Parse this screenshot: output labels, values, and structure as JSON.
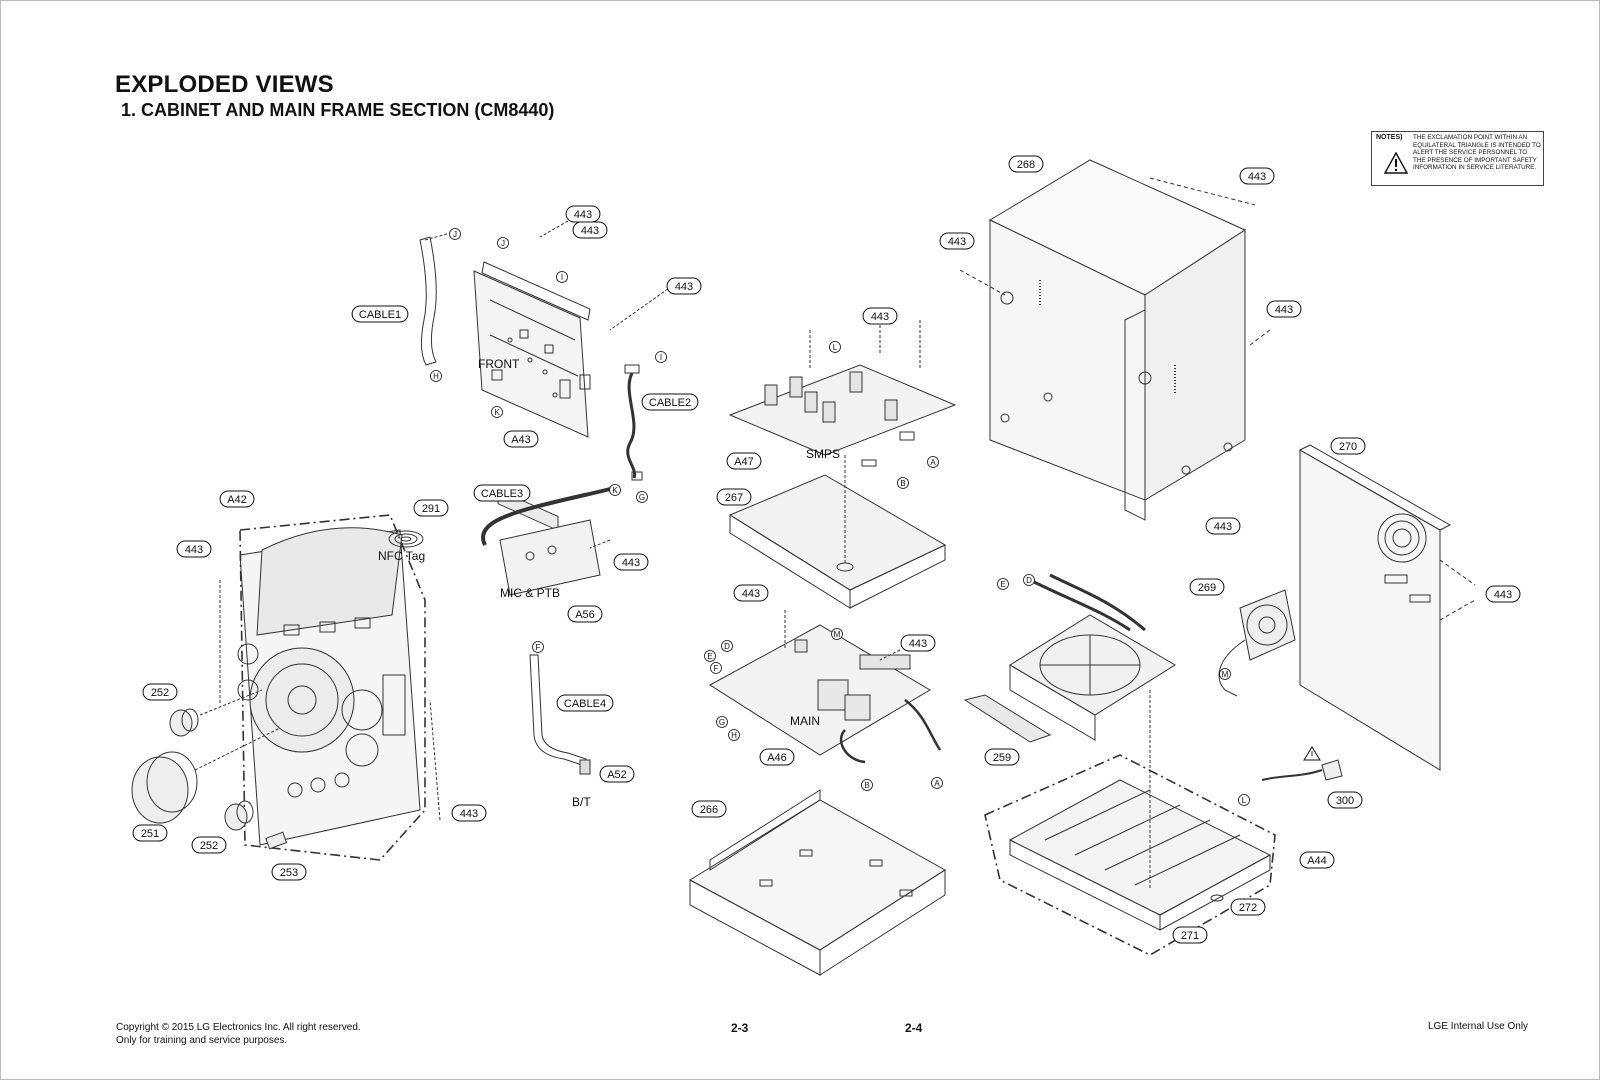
{
  "header": {
    "title": "EXPLODED VIEWS",
    "subtitle": "1. CABINET AND MAIN FRAME SECTION (CM8440)"
  },
  "notes": {
    "label": "NOTES)",
    "text": "THE EXCLAMATION POINT WITHIN AN EQUILATERAL TRIANGLE IS INTENDED TO ALERT THE SERVICE PERSONNEL TO THE PRESENCE OF IMPORTANT SAFETY INFORMATION IN SERVICE LITERATURE."
  },
  "callouts": [
    "443",
    "443",
    "CABLE1",
    "443",
    "A43",
    "CABLE2",
    "CABLE3",
    "443",
    "A56",
    "A42",
    "291",
    "443",
    "252",
    "251",
    "252",
    "253",
    "443",
    "CABLE4",
    "A52",
    "443",
    "A47",
    "267",
    "443",
    "443",
    "A46",
    "266",
    "268",
    "443",
    "443",
    "443",
    "443",
    "270",
    "269",
    "443",
    "259",
    "A44",
    "272",
    "271",
    "300"
  ],
  "labels": {
    "front": "FRONT",
    "smps": "SMPS",
    "main": "MAIN",
    "nfc": "NFC Tag",
    "mic": "MIC & PTB",
    "bt": "B/T"
  },
  "connector_letters": [
    "J",
    "J",
    "I",
    "H",
    "K",
    "I",
    "G",
    "K",
    "F",
    "L",
    "M",
    "D",
    "E",
    "F",
    "G",
    "H",
    "B",
    "A",
    "B",
    "A",
    "E",
    "D",
    "M",
    "L"
  ],
  "footer": {
    "copyright": "Copyright © 2015 LG Electronics Inc. All right reserved.",
    "usage": "Only for training and service purposes.",
    "page_left": "2-3",
    "page_right": "2-4",
    "internal": "LGE Internal Use Only"
  }
}
